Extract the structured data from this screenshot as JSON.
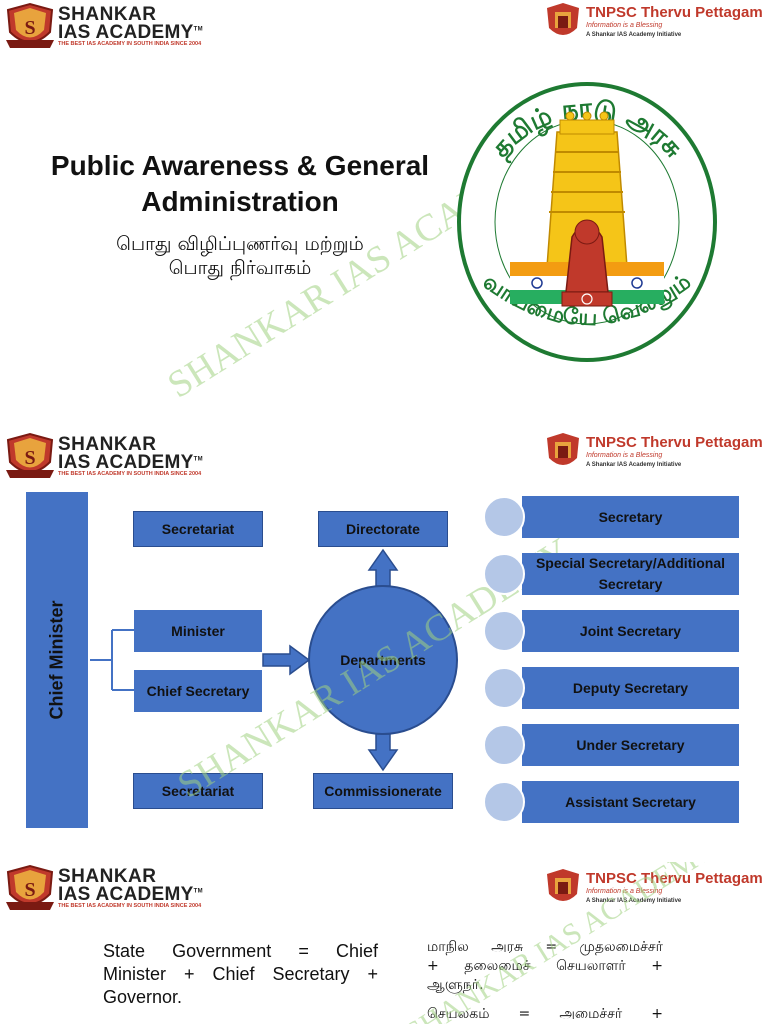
{
  "brand": {
    "academy_line1": "SHANKAR",
    "academy_line2": "IAS ACADEMY",
    "academy_tm": "TM",
    "academy_tagline": "THE BEST IAS ACADEMY IN SOUTH INDIA SINCE 2004",
    "academy_initial": "S",
    "portal_title": "TNPSC Thervu Pettagam",
    "portal_tagline": "Information is a Blessing",
    "portal_sub": "A Shankar IAS Academy Initiative",
    "watermark": "SHANKAR IAS ACADEMY"
  },
  "slide1": {
    "title": "Public Awareness & General Administration",
    "title_tamil_line1": "பொது விழிப்புணர்வு மற்றும்",
    "title_tamil_line2": "பொது நிர்வாகம்",
    "emblem_top_text": "தமிழ் நாடு அரசு",
    "emblem_motto": "வாய்மையே வெல்லும்"
  },
  "slide2": {
    "chief_minister": "Chief Minister",
    "secretariat_top": "Secretariat",
    "directorate": "Directorate",
    "minister": "Minister",
    "chief_secretary": "Chief Secretary",
    "departments": "Departments",
    "secretariat_bottom": "Secretariat",
    "commissionerate": "Commissionerate",
    "ranks": [
      {
        "line1": "Secretary",
        "line2": ""
      },
      {
        "line1": "Special Secretary/Additional",
        "line2": "Secretary"
      },
      {
        "line1": "Joint Secretary",
        "line2": ""
      },
      {
        "line1": "Deputy Secretary",
        "line2": ""
      },
      {
        "line1": "Under Secretary",
        "line2": ""
      },
      {
        "line1": "Assistant Secretary",
        "line2": ""
      }
    ],
    "colors": {
      "box": "#4472c4",
      "dot": "#b4c7e7",
      "border": "#2a4d8f"
    }
  },
  "slide3": {
    "en_line1": "State Government = Chief",
    "en_line2": "Minister + Chief Secretary +",
    "en_line3": "Governor.",
    "ta_line1": "மாநில அரசு = முதலமைச்சர்",
    "ta_line2": "+ தலைமைச் செயலாளர் +",
    "ta_line3": "ஆளுநர்.",
    "ta_line4": "செயலகம் = அமைச்சர் +"
  }
}
